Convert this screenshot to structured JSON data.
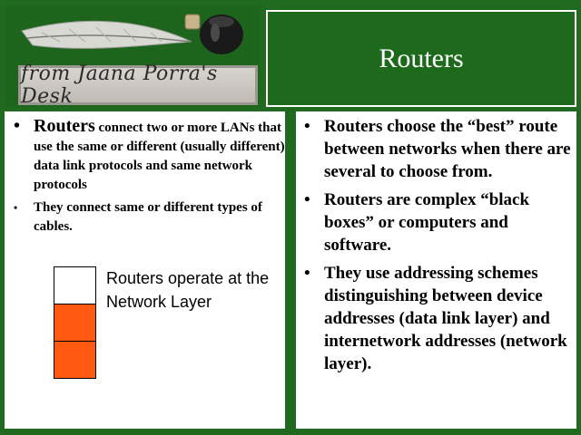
{
  "header": {
    "logo_text": "from Jaana Porra's Desk",
    "logo_icon": "quill-and-inkwell-icon",
    "title": "Routers"
  },
  "left": {
    "items": [
      {
        "bullet": "•",
        "lead": "Routers",
        "text": " connect two or more LANs that use the same or different (usually different) data link  protocols and same network protocols"
      },
      {
        "bullet": "•",
        "text": "They connect same or different types of cables."
      }
    ],
    "diagram": {
      "layers": [
        {
          "color": "#ffffff"
        },
        {
          "color": "#ff5a10"
        },
        {
          "color": "#ff5a10"
        }
      ],
      "note": "Routers operate at the Network Layer"
    }
  },
  "right": {
    "items": [
      {
        "bullet": "•",
        "text": "Routers choose the “best” route between networks when there are several to choose from."
      },
      {
        "bullet": "•",
        "text": "Routers are complex “black boxes” or computers and software."
      },
      {
        "bullet": "•",
        "text": "They use addressing schemes distinguishing between device addresses (data link layer) and internetwork addresses (network layer)."
      }
    ]
  },
  "colors": {
    "background": "#1f6a1f",
    "panel": "#ffffff",
    "accent": "#ff5a10"
  }
}
